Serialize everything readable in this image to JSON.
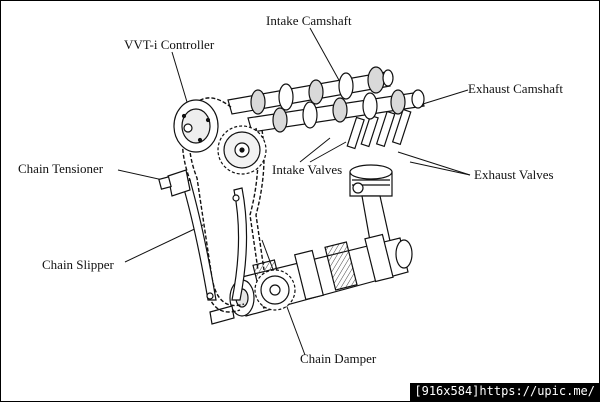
{
  "labels": {
    "intake_camshaft": "Intake Camshaft",
    "vvti_controller": "VVT-i Controller",
    "exhaust_camshaft": "Exhaust Camshaft",
    "chain_tensioner": "Chain Tensioner",
    "intake_valves": "Intake Valves",
    "exhaust_valves": "Exhaust Valves",
    "chain_slipper": "Chain Slipper",
    "chain_damper": "Chain Damper"
  },
  "watermark": "[916x584]https://upic.me/",
  "colors": {
    "ink": "#111111",
    "shade": "#bdbdbd",
    "light": "#e6e6e6"
  }
}
